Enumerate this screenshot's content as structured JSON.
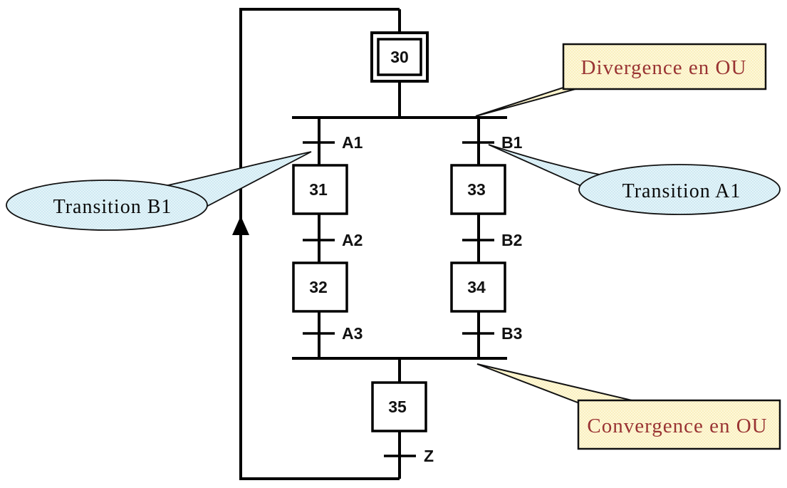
{
  "steps": {
    "s30": "30",
    "s31": "31",
    "s32": "32",
    "s33": "33",
    "s34": "34",
    "s35": "35"
  },
  "transitions": {
    "a1": "A1",
    "a2": "A2",
    "a3": "A3",
    "b1": "B1",
    "b2": "B2",
    "b3": "B3",
    "z": "Z"
  },
  "callouts": {
    "divergence": "Divergence en OU",
    "convergence": "Convergence en OU",
    "transition_b1": "Transition B1",
    "transition_a1": "Transition A1"
  },
  "colors": {
    "line": "#000000",
    "step_fill": "#ffffff",
    "yellow_base": "#FAF0BD",
    "yellow_light": "#FDF7DC",
    "blue_base": "#CFE9F2",
    "blue_light": "#E4F4F9",
    "callout_text_red": "#993333",
    "ellipse_text": "#0b0b0b",
    "border_dark": "#111111"
  }
}
